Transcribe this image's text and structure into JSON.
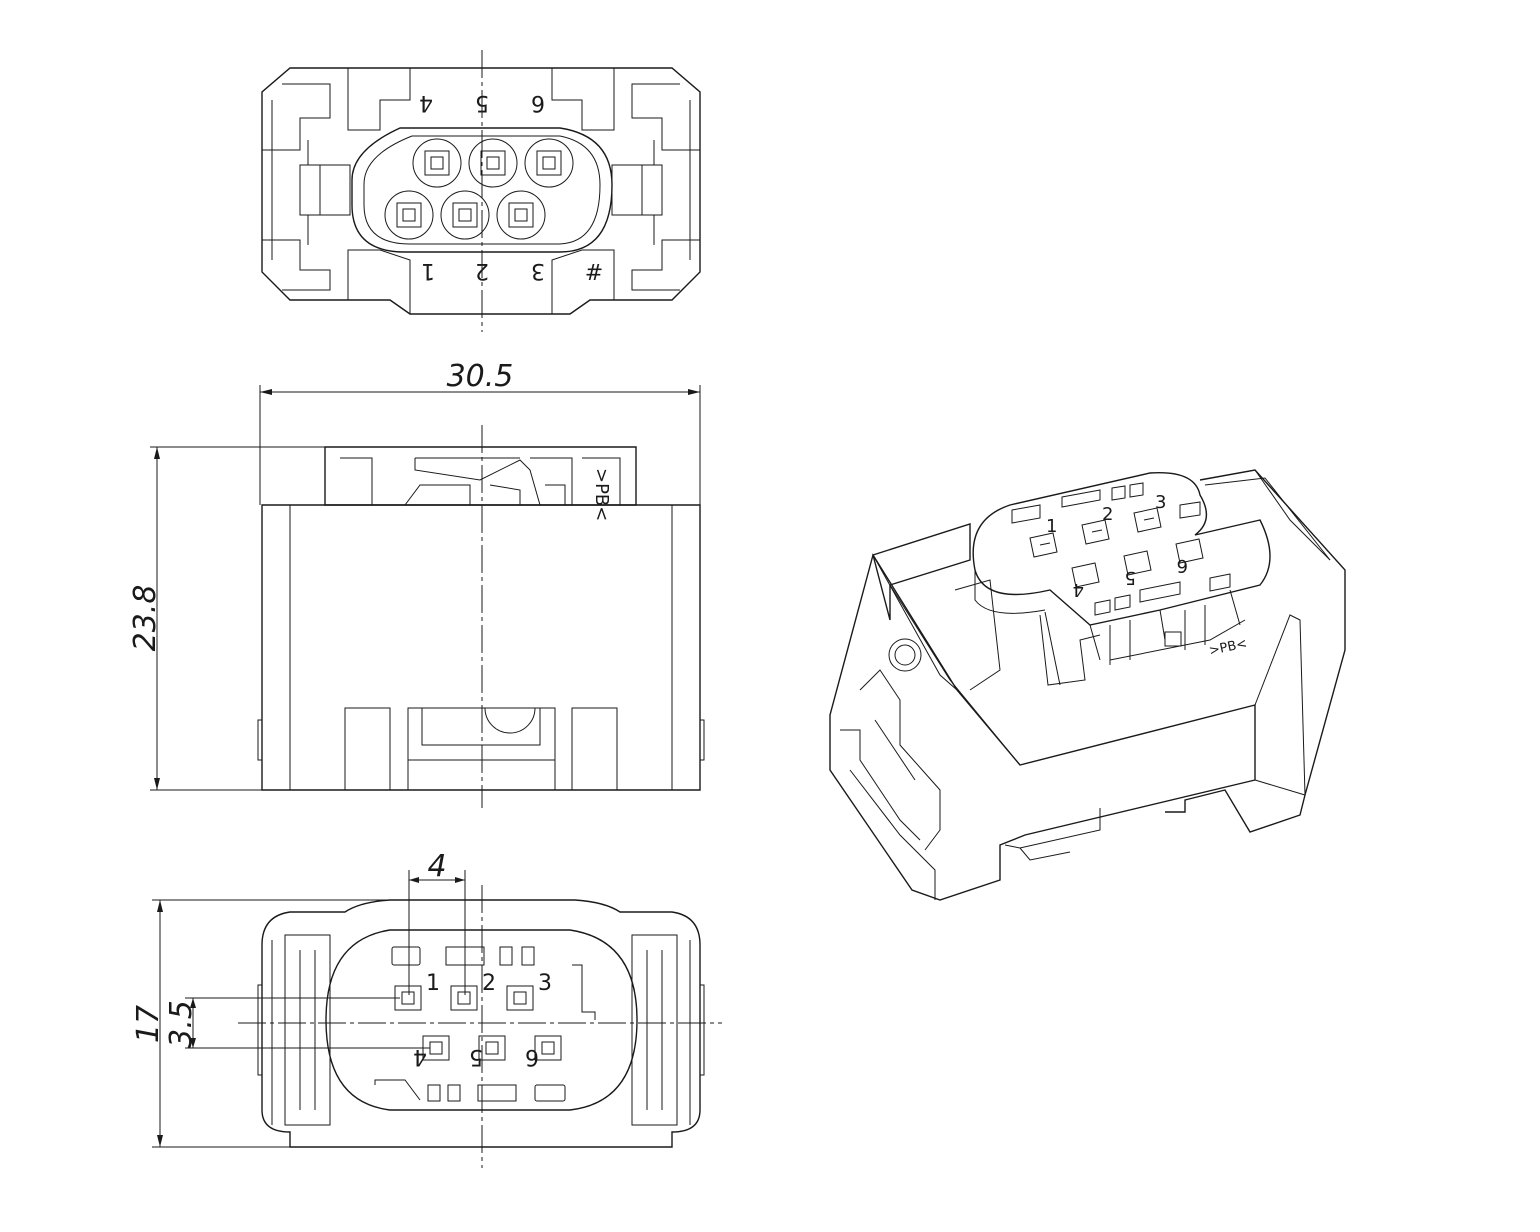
{
  "dimensions": {
    "width": "30.5",
    "height": "23.8",
    "depth": "17",
    "pin_pitch": "4",
    "row_offset": "3.5"
  },
  "top_view_labels": {
    "pin_4": "4",
    "pin_5": "5",
    "pin_6": "6",
    "pin_1": "1",
    "pin_2": "2",
    "pin_3": "3",
    "mark": "#"
  },
  "side_view_labels": {
    "marking": ">PB<"
  },
  "bottom_view_labels": {
    "pin_1": "1",
    "pin_2": "2",
    "pin_3": "3",
    "pin_4": "4",
    "pin_5": "5",
    "pin_6": "6"
  },
  "iso_view_labels": {
    "pin_1": "1",
    "pin_2": "2",
    "pin_3": "3",
    "pin_4": "4",
    "pin_5": "5",
    "pin_6": "6",
    "marking": ">PB<"
  }
}
